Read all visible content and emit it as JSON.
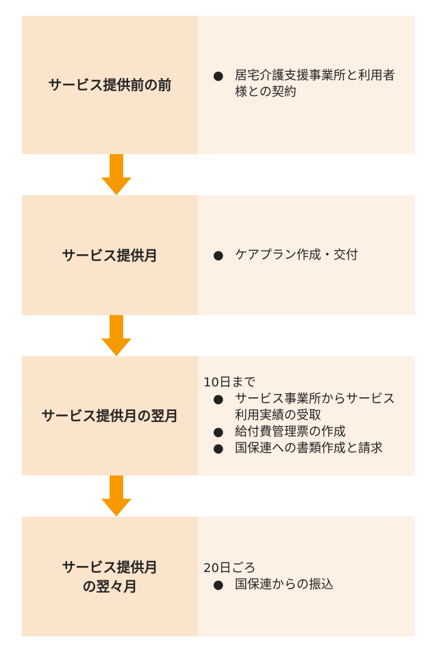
{
  "stages": [
    {
      "title": "サービス提供前の前",
      "note": null,
      "items": [
        "居宅介護支援事業所と利用者様との契約"
      ]
    },
    {
      "title": "サービス提供月",
      "note": null,
      "items": [
        "ケアプラン作成・交付"
      ]
    },
    {
      "title": "サービス提供月の翌月",
      "note": "10日まで",
      "items": [
        "サービス事業所からサービス利用実績の受取",
        "給付費管理票の作成",
        "国保連への書類作成と請求"
      ]
    },
    {
      "title": "サービス提供月\nの翌々月",
      "note": "20日ごろ",
      "items": [
        "国保連からの振込"
      ]
    }
  ],
  "colors": {
    "arrow": "#f79a00",
    "stage_label_bg": "#fbe4cc",
    "stage_body_bg": "#fdf0e5"
  }
}
